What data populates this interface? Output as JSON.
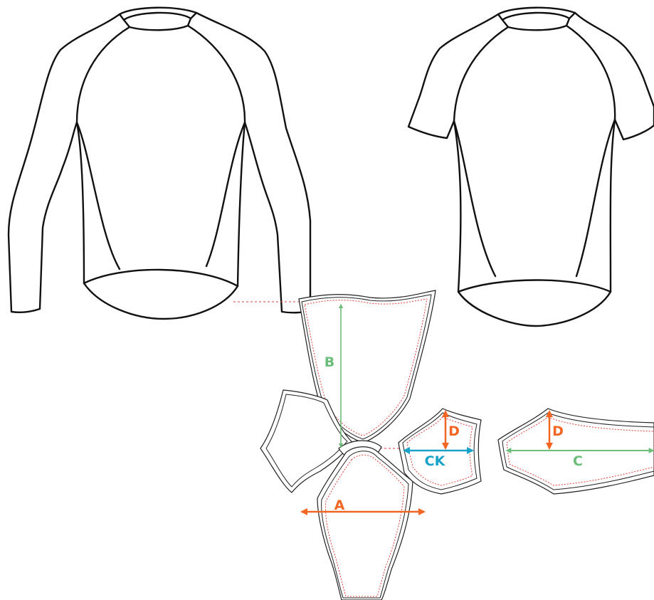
{
  "diagram": {
    "colors": {
      "outline": "#111111",
      "seam": "#e0413a",
      "orange": "#f26522",
      "green": "#6cbd7a",
      "blue": "#1aa3c9"
    },
    "measurements": [
      {
        "id": "a",
        "label": "A",
        "color": "#f26522"
      },
      {
        "id": "b",
        "label": "B",
        "color": "#6cbd7a"
      },
      {
        "id": "ck",
        "label": "CK",
        "color": "#1aa3c9"
      },
      {
        "id": "c",
        "label": "C",
        "color": "#6cbd7a"
      },
      {
        "id": "d1",
        "label": "D",
        "color": "#f26522"
      },
      {
        "id": "d2",
        "label": "D",
        "color": "#f26522"
      }
    ]
  }
}
